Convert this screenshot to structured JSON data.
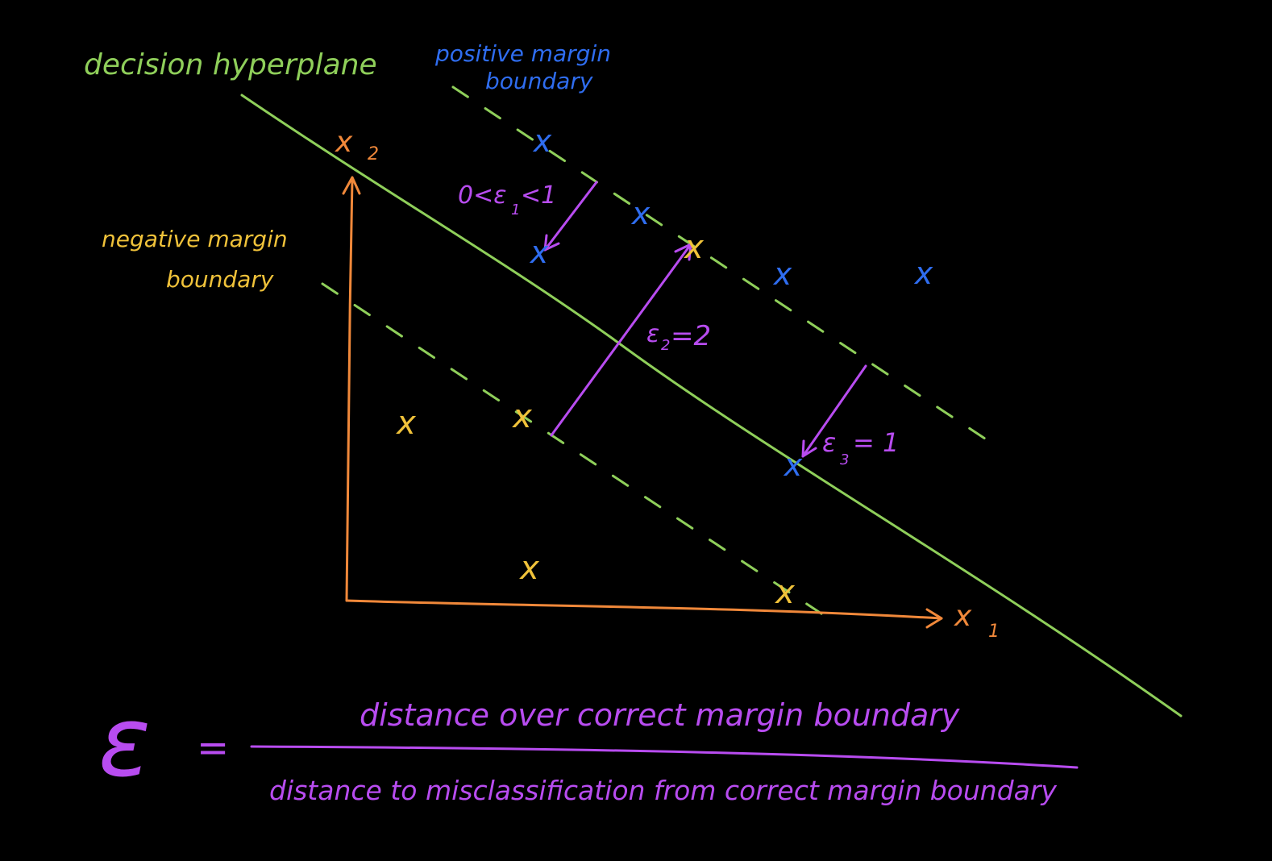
{
  "labels": {
    "decision_hyperplane": "decision hyperplane",
    "positive_margin_line1": "positive margin",
    "positive_margin_line2": "boundary",
    "negative_margin_line1": "negative margin",
    "negative_margin_line2": "boundary",
    "axis_x2": "x",
    "axis_x2_sub": "2",
    "axis_x1": "x",
    "axis_x1_sub": "1",
    "eps1": "0<ε",
    "eps1_sub": "1",
    "eps1_tail": "<1",
    "eps2": "ε",
    "eps2_sub": "2",
    "eps2_tail": "=2",
    "eps3": "ε",
    "eps3_sub": "3",
    "eps3_tail": "= 1",
    "point_mark": "x"
  },
  "formula": {
    "symbol": "ε",
    "equals": "=",
    "numerator": "distance over correct margin boundary",
    "denominator": "distance to misclassification from correct margin boundary"
  },
  "colors": {
    "background": "#000000",
    "hyperplane": "#8fcf5a",
    "axis": "#f0883a",
    "positive": "#2f6df0",
    "negative": "#f0c23a",
    "slack": "#b84cf0"
  }
}
